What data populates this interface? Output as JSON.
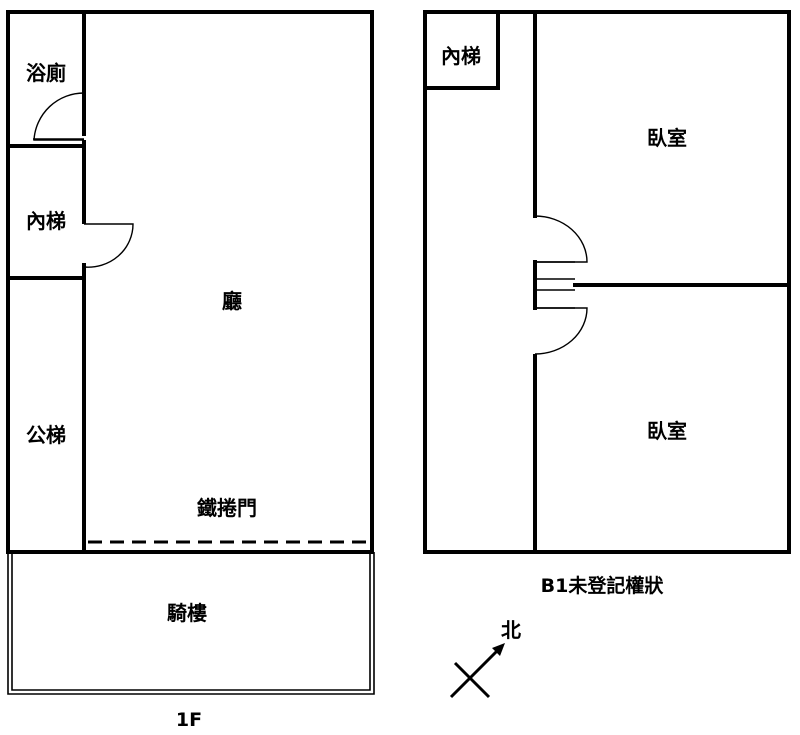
{
  "floor_1f": {
    "caption": "1F",
    "rooms": {
      "bathroom": "浴廁",
      "inner_stair": "內梯",
      "public_stair": "公梯",
      "hall": "廳",
      "rolling_door": "鐵捲門",
      "arcade": "騎樓"
    }
  },
  "floor_b1": {
    "caption": "B1未登記權狀",
    "rooms": {
      "inner_stair": "內梯",
      "bedroom_upper": "臥室",
      "bedroom_lower": "臥室"
    }
  },
  "compass": {
    "north_label": "北",
    "icon": "north-arrow-icon"
  }
}
